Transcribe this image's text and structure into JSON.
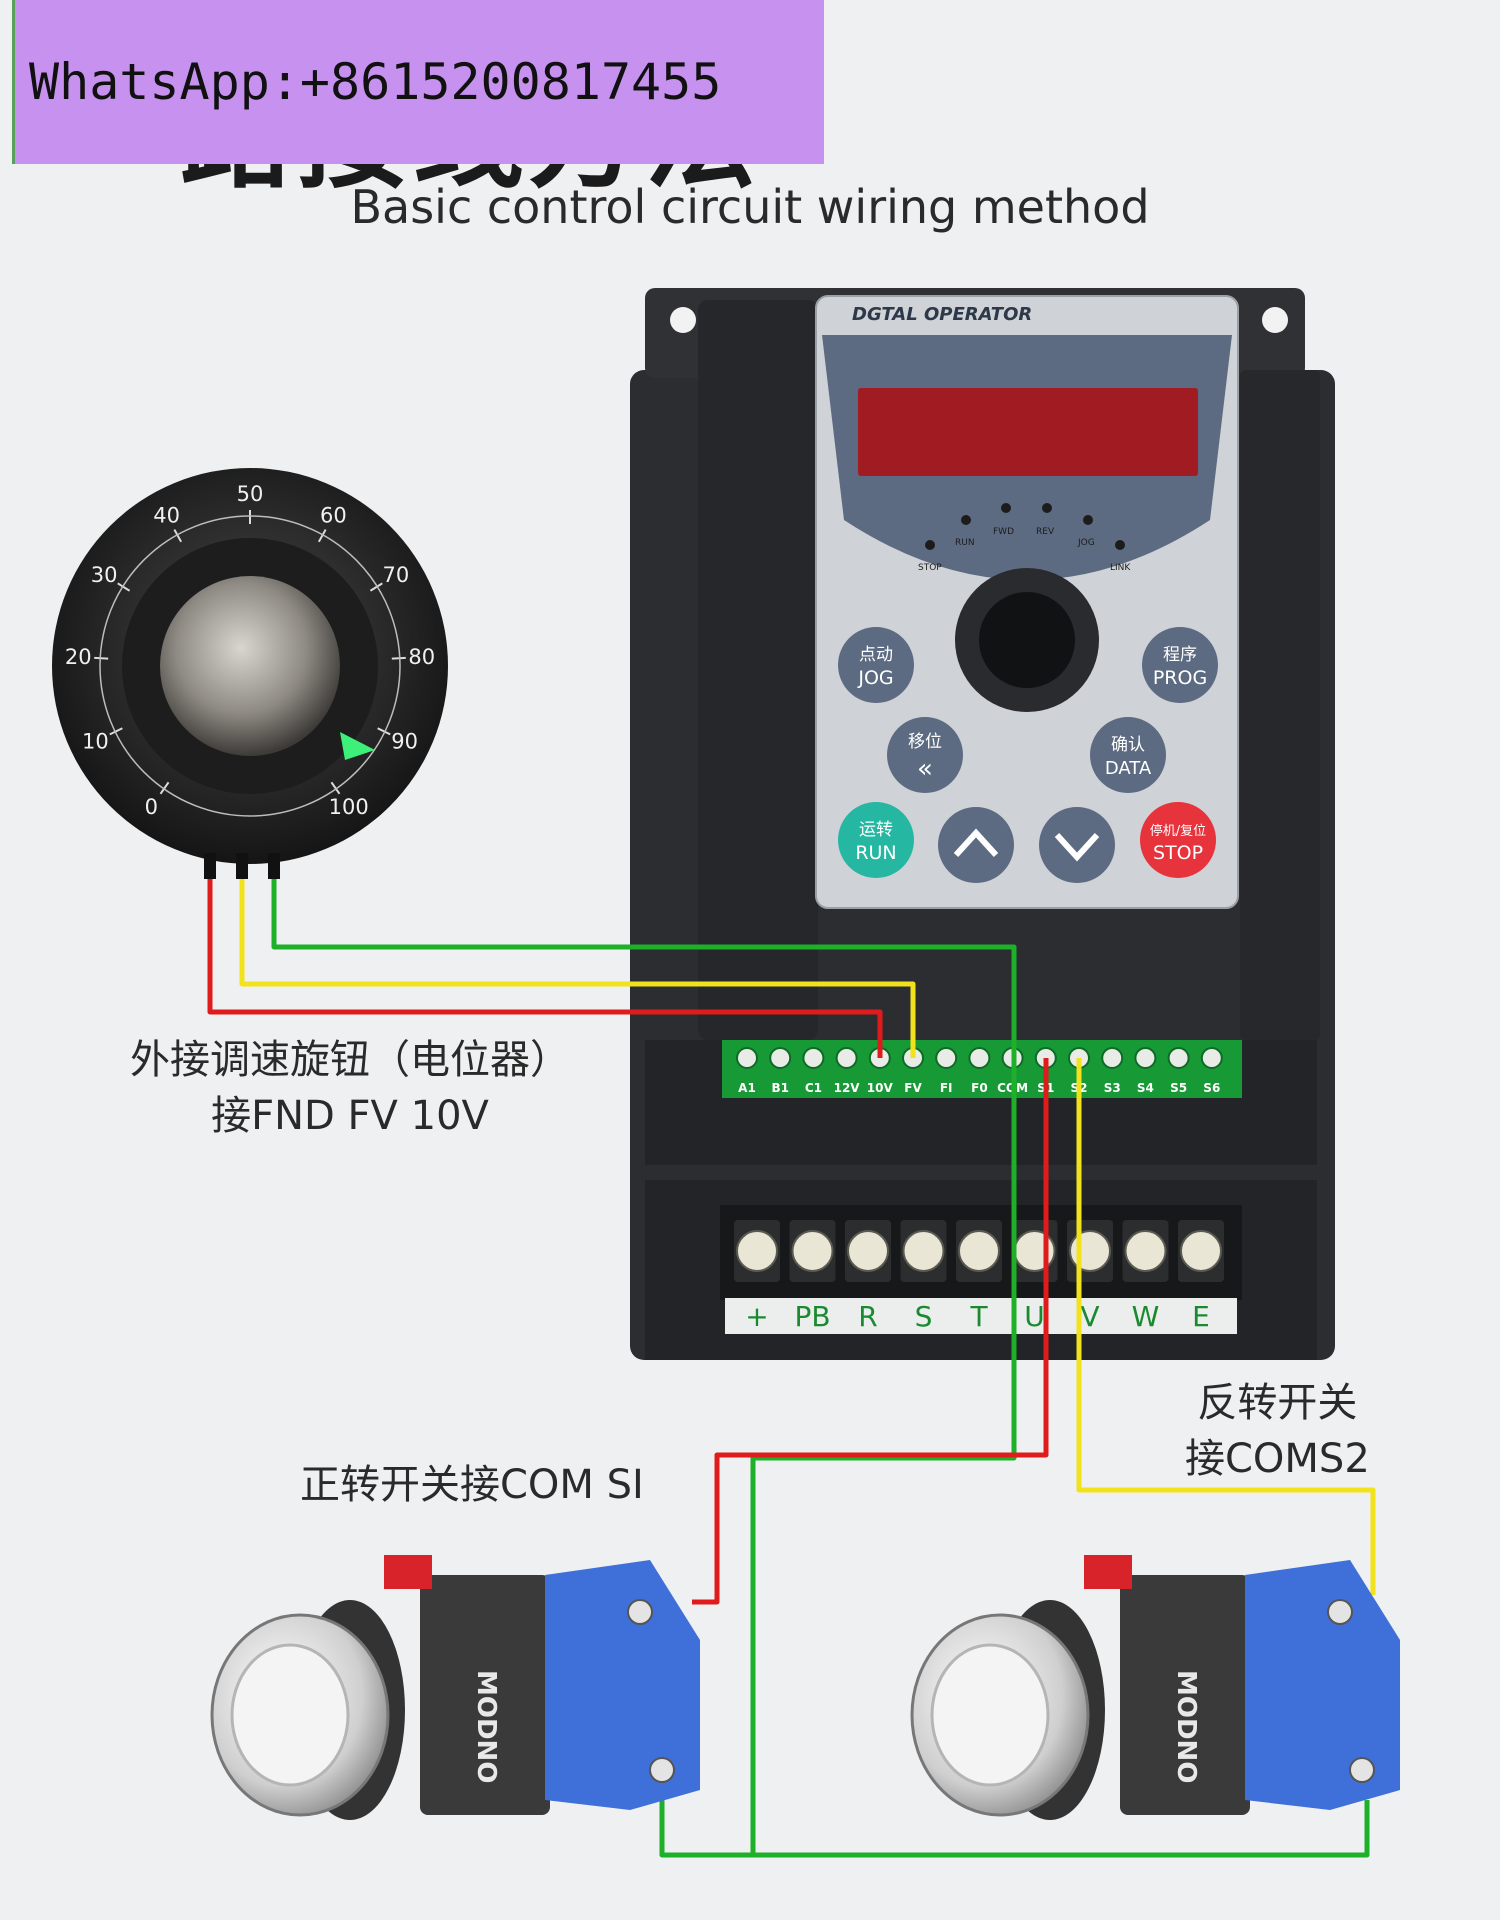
{
  "watermark": "WhatsApp:+8615200817455",
  "title_cn_visible": "路接线方法",
  "title_en": "Basic control circuit wiring method",
  "inverter": {
    "panel_label": "DGTAL OPERATOR",
    "indicators": [
      "RUN",
      "FWD",
      "REV",
      "JOG",
      "STOP",
      "LINK"
    ],
    "buttons": {
      "jog": [
        "点动",
        "JOG"
      ],
      "prog": [
        "程序",
        "PROG"
      ],
      "shift": [
        "移位",
        "«"
      ],
      "data": [
        "确认",
        "DATA"
      ],
      "run": [
        "运转",
        "RUN"
      ],
      "stop": [
        "停机/复位",
        "STOP"
      ]
    },
    "control_terminals": [
      "A1",
      "B1",
      "C1",
      "12V",
      "10V",
      "FV",
      "FI",
      "F0",
      "COM",
      "S1",
      "S2",
      "S3",
      "S4",
      "S5",
      "S6"
    ],
    "power_terminals": [
      "+",
      "PB",
      "R",
      "S",
      "T",
      "U",
      "V",
      "W",
      "E"
    ]
  },
  "potentiometer": {
    "scale": [
      "0",
      "10",
      "20",
      "30",
      "40",
      "50",
      "60",
      "70",
      "80",
      "90",
      "100"
    ]
  },
  "labels": {
    "pot_line1": "外接调速旋钮（电位器）",
    "pot_line2": "接FND FV 10V",
    "forward_switch": "正转开关接COM SI",
    "reverse_line1": "反转开关",
    "reverse_line2": "接COMS2"
  },
  "switch_brand": "MODNO",
  "wire_colors": {
    "red": "#e01b1b",
    "yellow": "#f2e21b",
    "green": "#1fb02a"
  }
}
